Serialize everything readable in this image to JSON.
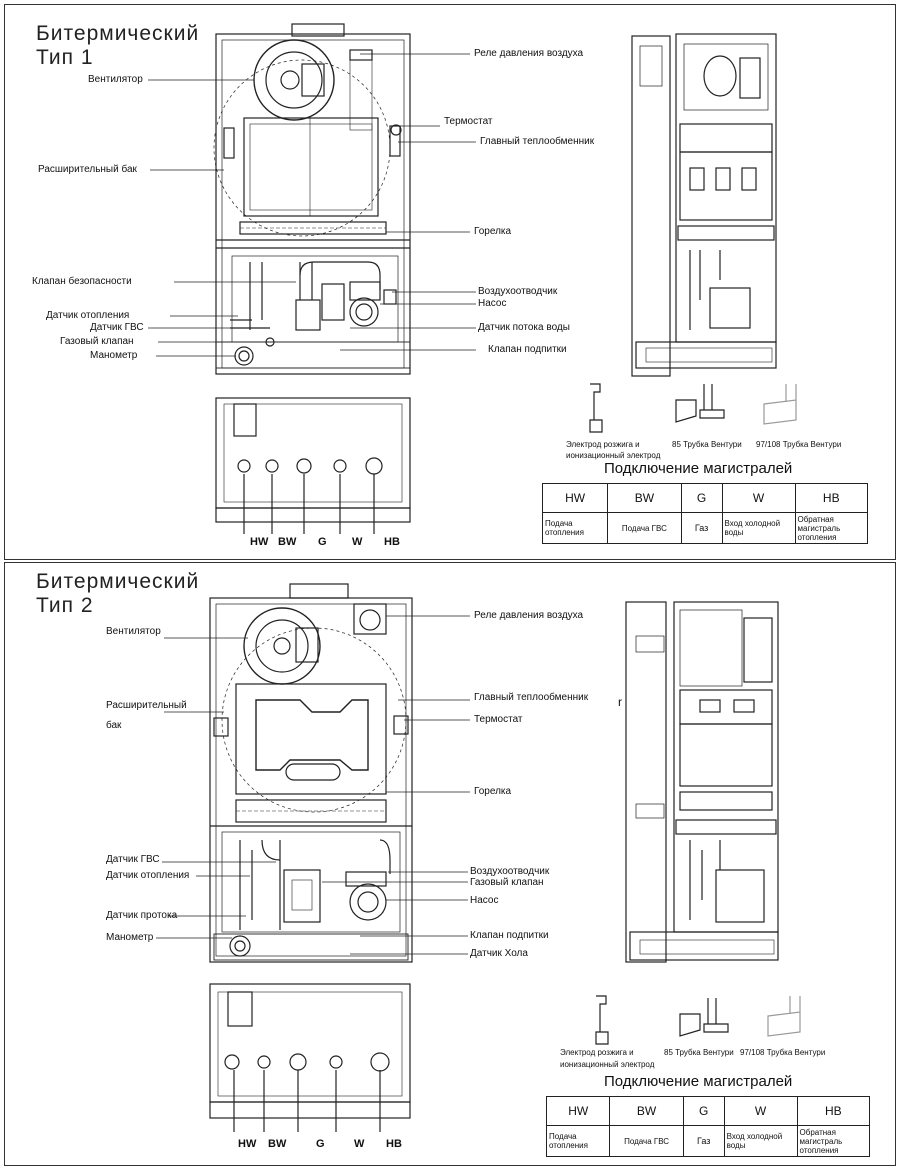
{
  "type1": {
    "title_line1": "Битермический",
    "title_line2": "Тип 1",
    "labels": {
      "air_pressure_relay": "Реле давления воздуха",
      "fan": "Вентилятор",
      "thermostat": "Термостат",
      "main_heat_exchanger": "Главный теплообменник",
      "expansion_tank": "Расширительный бак",
      "burner": "Горелка",
      "safety_valve": "Клапан безопасности",
      "air_vent": "Воздухоотводчик",
      "pump": "Насос",
      "heating_sensor": "Датчик отопления",
      "dhw_sensor": "Датчик ГВС",
      "water_flow_sensor": "Датчик потока воды",
      "gas_valve": "Газовый клапан",
      "makeup_valve": "Клапан подпитки",
      "manometer": "Манометр"
    },
    "pipes": [
      "HW",
      "BW",
      "G",
      "W",
      "HB"
    ],
    "parts": {
      "electrode": [
        "Электрод розжига и",
        "ионизационный электрод"
      ],
      "venturi85": "85 Трубка Вентури",
      "venturi97": "97/108 Трубка Вентури"
    },
    "connections_title": "Подключение магистралей",
    "table": {
      "headers": [
        "HW",
        "BW",
        "G",
        "W",
        "HB"
      ],
      "cells": [
        [
          "Подача",
          "отопления"
        ],
        [
          "Подача ГВС"
        ],
        [
          "Газ"
        ],
        [
          "Вход холодной",
          "воды"
        ],
        [
          "Обратная",
          "магистраль",
          "отопления"
        ]
      ]
    }
  },
  "type2": {
    "title_line1": "Битермический",
    "title_line2": "Тип 2",
    "labels": {
      "air_pressure_relay": "Реле давления воздуха",
      "fan": "Вентилятор",
      "expansion_tank_1": "Расширительный",
      "expansion_tank_2": "бак",
      "main_heat_exchanger": "Главный теплообменник",
      "thermostat": "Термостат",
      "stray_r": "r",
      "burner": "Горелка",
      "dhw_sensor": "Датчик ГВС",
      "heating_sensor": "Датчик отопления",
      "air_vent": "Воздухоотводчик",
      "gas_valve": "Газовый клапан",
      "pump": "Насос",
      "flow_sensor": "Датчик протока",
      "makeup_valve": "Клапан подпитки",
      "manometer": "Манометр",
      "hall_sensor": "Датчик Хола"
    },
    "pipes": [
      "HW",
      "BW",
      "G",
      "W",
      "HB"
    ],
    "parts": {
      "electrode": [
        "Электрод розжига и",
        "ионизационный электрод"
      ],
      "venturi85": "85 Трубка Вентури",
      "venturi97": "97/108 Трубка Вентури"
    },
    "connections_title": "Подключение магистралей",
    "table": {
      "headers": [
        "HW",
        "BW",
        "G",
        "W",
        "HB"
      ],
      "cells": [
        [
          "Подача",
          "отопления"
        ],
        [
          "Подача ГВС"
        ],
        [
          "Газ"
        ],
        [
          "Вход холодной",
          "воды"
        ],
        [
          "Обратная",
          "магистраль",
          "отопления"
        ]
      ]
    }
  }
}
